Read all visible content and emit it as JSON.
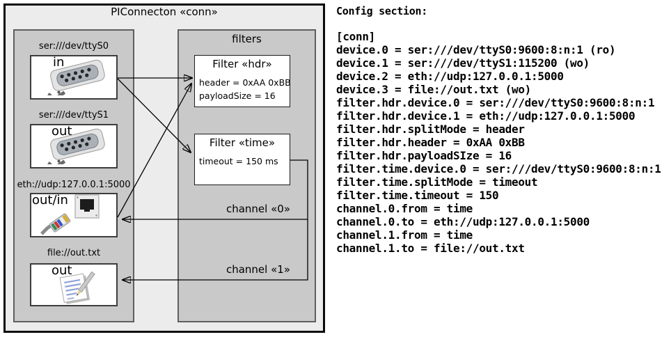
{
  "diagram": {
    "title": "PIConnecton «conn»",
    "devices_panel": {
      "devices": [
        {
          "label": "ser:///dev/ttyS0",
          "port": "in",
          "icon": "serial-connector-icon"
        },
        {
          "label": "ser:///dev/ttyS1",
          "port": "out",
          "icon": "serial-connector-icon"
        },
        {
          "label": "eth://udp:127.0.0.1:5000",
          "port": "out/in",
          "icon": "ethernet-connector-icon"
        },
        {
          "label": "file://out.txt",
          "port": "out",
          "icon": "notepad-icon"
        }
      ]
    },
    "filters_panel": {
      "title": "filters",
      "filters": [
        {
          "title": "Filter «hdr»",
          "props": [
            "header = 0xAA 0xBB",
            "payloadSize = 16"
          ]
        },
        {
          "title": "Filter «time»",
          "props": [
            "timeout = 150 ms"
          ]
        }
      ]
    },
    "channels": [
      {
        "label": "channel «0»"
      },
      {
        "label": "channel «1»"
      }
    ],
    "edges": [
      {
        "from": "ser:///dev/ttyS0",
        "to": "Filter «hdr»"
      },
      {
        "from": "ser:///dev/ttyS0",
        "to": "Filter «time»"
      },
      {
        "from": "eth://udp:127.0.0.1:5000",
        "to": "Filter «hdr»"
      },
      {
        "from": "Filter «time»",
        "to": "eth://udp:127.0.0.1:5000",
        "label": "channel «0»"
      },
      {
        "from": "Filter «time»",
        "to": "file://out.txt",
        "label": "channel «1»"
      }
    ]
  },
  "config": {
    "title": "Config section:",
    "lines": [
      "[conn]",
      "device.0 = ser:///dev/ttyS0:9600:8:n:1 (ro)",
      "device.1 = ser:///dev/ttyS1:115200 (wo)",
      "device.2 = eth://udp:127.0.0.1:5000",
      "device.3 = file://out.txt (wo)",
      "filter.hdr.device.0 = ser:///dev/ttyS0:9600:8:n:1",
      "filter.hdr.device.1 = eth://udp:127.0.0.1:5000",
      "filter.hdr.splitMode = header",
      "filter.hdr.header = 0xAA 0xBB",
      "filter.hdr.payloadSIze = 16",
      "filter.time.device.0 = ser:///dev/ttyS0:9600:8:n:1",
      "filter.time.splitMode = timeout",
      "filter.time.timeout = 150",
      "channel.0.from = time",
      "channel.0.to = eth://udp:127.0.0.1:5000",
      "channel.1.from = time",
      "channel.1.to = file://out.txt"
    ]
  },
  "colors": {
    "outer_fill": "#ececec",
    "panel_fill": "#c9c9c9",
    "box_fill": "#ffffff",
    "line": "#000000"
  }
}
